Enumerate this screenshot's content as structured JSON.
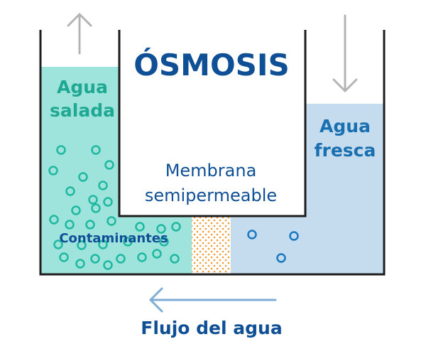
{
  "title": "ÓSMOSIS",
  "labels": {
    "salt_water": [
      "Agua",
      "salada"
    ],
    "fresh_water": [
      "Agua",
      "fresca"
    ],
    "membrane": [
      "Membrana",
      "semipermeable"
    ],
    "contaminants": "Contaminantes",
    "flow": "Flujo del agua"
  },
  "icons": {
    "level_rise": "arrow-up-icon",
    "level_drop": "arrow-down-icon",
    "flow_direction": "arrow-left-icon"
  },
  "colors": {
    "salt_water_fill": "#9ee4dc",
    "fresh_water_fill": "#c4dcee",
    "salt_text": "#1fa892",
    "fresh_text": "#1a6fb0",
    "title_text": "#0e4f96",
    "membrane_dots": "#f29a2e",
    "salt_particles": "#1fb8a0",
    "fresh_particles": "#1a78c2",
    "flow_arrow": "#7eaed6",
    "level_arrows": "#b4b4b4",
    "container": "#1d1d1d"
  }
}
